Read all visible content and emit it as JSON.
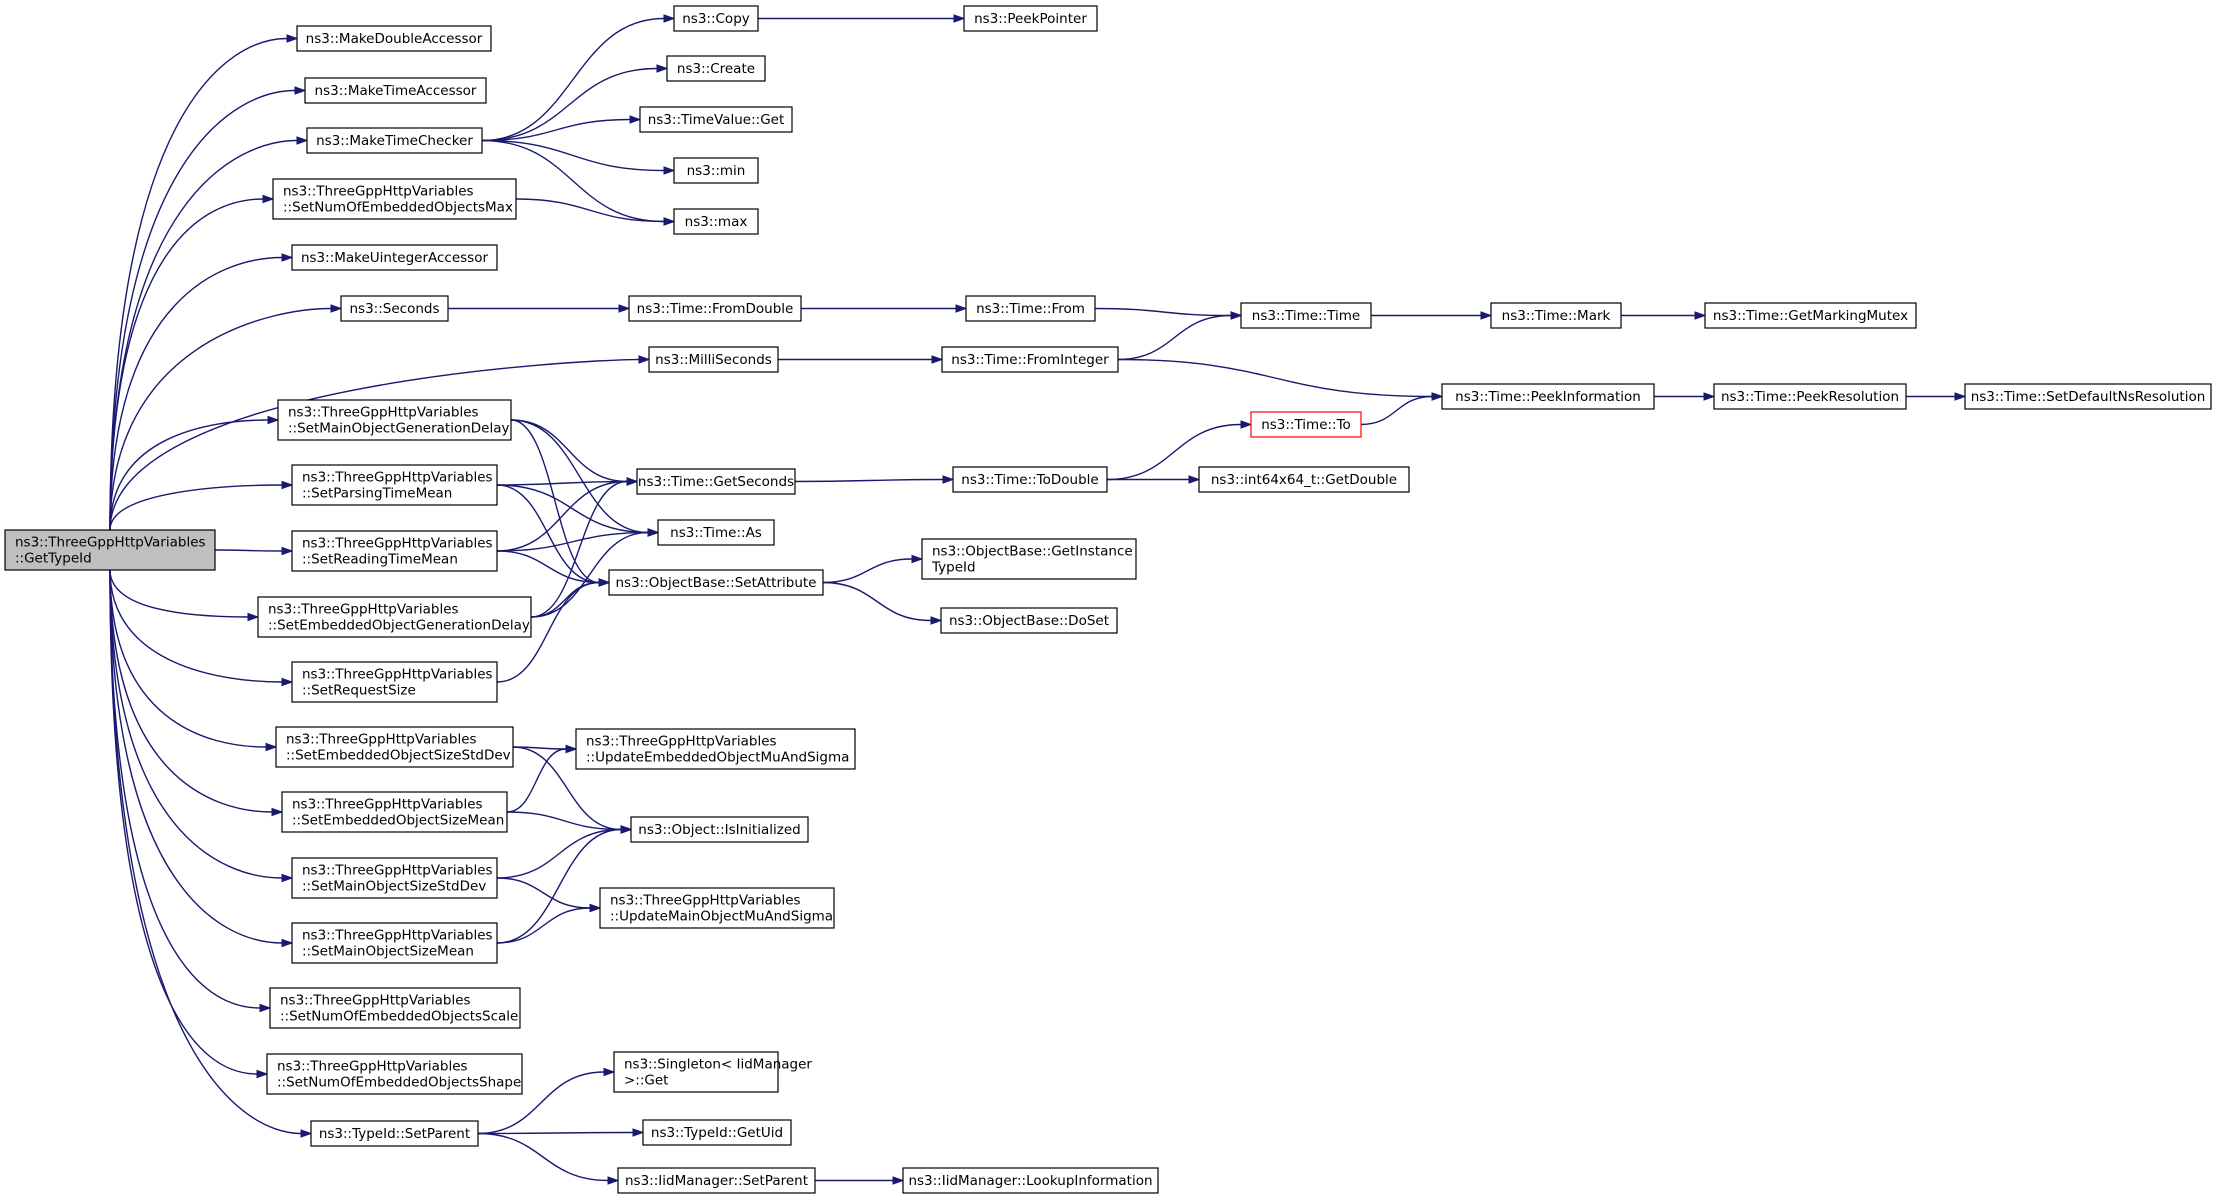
{
  "diagram": {
    "type": "doxygen-call-graph",
    "colors": {
      "edge": "#191970",
      "root_fill": "#bfbfbf",
      "node_border": "#000000",
      "highlight_border": "#ff0000"
    },
    "nodes": [
      {
        "id": "root",
        "lines": [
          "ns3::ThreeGppHttpVariables",
          "::GetTypeId"
        ]
      },
      {
        "id": "makeDoubleAcc",
        "lines": [
          "ns3::MakeDoubleAccessor"
        ]
      },
      {
        "id": "makeTimeAcc",
        "lines": [
          "ns3::MakeTimeAccessor"
        ]
      },
      {
        "id": "makeTimeChecker",
        "lines": [
          "ns3::MakeTimeChecker"
        ]
      },
      {
        "id": "setNumEmbMax",
        "lines": [
          "ns3::ThreeGppHttpVariables",
          "::SetNumOfEmbeddedObjectsMax"
        ]
      },
      {
        "id": "makeUintAcc",
        "lines": [
          "ns3::MakeUintegerAccessor"
        ]
      },
      {
        "id": "seconds",
        "lines": [
          "ns3::Seconds"
        ]
      },
      {
        "id": "milliSeconds",
        "lines": [
          "ns3::MilliSeconds"
        ]
      },
      {
        "id": "setMainGenDelay",
        "lines": [
          "ns3::ThreeGppHttpVariables",
          "::SetMainObjectGenerationDelay"
        ]
      },
      {
        "id": "setParsingMean",
        "lines": [
          "ns3::ThreeGppHttpVariables",
          "::SetParsingTimeMean"
        ]
      },
      {
        "id": "setReadingMean",
        "lines": [
          "ns3::ThreeGppHttpVariables",
          "::SetReadingTimeMean"
        ]
      },
      {
        "id": "setEmbGenDelay",
        "lines": [
          "ns3::ThreeGppHttpVariables",
          "::SetEmbeddedObjectGenerationDelay"
        ]
      },
      {
        "id": "setRequestSize",
        "lines": [
          "ns3::ThreeGppHttpVariables",
          "::SetRequestSize"
        ]
      },
      {
        "id": "setEmbSizeStd",
        "lines": [
          "ns3::ThreeGppHttpVariables",
          "::SetEmbeddedObjectSizeStdDev"
        ]
      },
      {
        "id": "setEmbSizeMean",
        "lines": [
          "ns3::ThreeGppHttpVariables",
          "::SetEmbeddedObjectSizeMean"
        ]
      },
      {
        "id": "setMainSizeStd",
        "lines": [
          "ns3::ThreeGppHttpVariables",
          "::SetMainObjectSizeStdDev"
        ]
      },
      {
        "id": "setMainSizeMean",
        "lines": [
          "ns3::ThreeGppHttpVariables",
          "::SetMainObjectSizeMean"
        ]
      },
      {
        "id": "setNumEmbScale",
        "lines": [
          "ns3::ThreeGppHttpVariables",
          "::SetNumOfEmbeddedObjectsScale"
        ]
      },
      {
        "id": "setNumEmbShape",
        "lines": [
          "ns3::ThreeGppHttpVariables",
          "::SetNumOfEmbeddedObjectsShape"
        ]
      },
      {
        "id": "typeIdSetParent",
        "lines": [
          "ns3::TypeId::SetParent"
        ]
      },
      {
        "id": "copy",
        "lines": [
          "ns3::Copy"
        ]
      },
      {
        "id": "create",
        "lines": [
          "ns3::Create"
        ]
      },
      {
        "id": "timeValueGet",
        "lines": [
          "ns3::TimeValue::Get"
        ]
      },
      {
        "id": "min",
        "lines": [
          "ns3::min"
        ]
      },
      {
        "id": "max",
        "lines": [
          "ns3::max"
        ]
      },
      {
        "id": "peekPointer",
        "lines": [
          "ns3::PeekPointer"
        ]
      },
      {
        "id": "timeFromDouble",
        "lines": [
          "ns3::Time::FromDouble"
        ]
      },
      {
        "id": "timeFrom",
        "lines": [
          "ns3::Time::From"
        ]
      },
      {
        "id": "timeFromInteger",
        "lines": [
          "ns3::Time::FromInteger"
        ]
      },
      {
        "id": "timeTime",
        "lines": [
          "ns3::Time::Time"
        ]
      },
      {
        "id": "timeMark",
        "lines": [
          "ns3::Time::Mark"
        ]
      },
      {
        "id": "timeGetMarkingMutex",
        "lines": [
          "ns3::Time::GetMarkingMutex"
        ]
      },
      {
        "id": "timePeekInfo",
        "lines": [
          "ns3::Time::PeekInformation"
        ]
      },
      {
        "id": "timePeekRes",
        "lines": [
          "ns3::Time::PeekResolution"
        ]
      },
      {
        "id": "timeSetDefaultNs",
        "lines": [
          "ns3::Time::SetDefaultNsResolution"
        ]
      },
      {
        "id": "timeTo",
        "lines": [
          "ns3::Time::To"
        ],
        "highlight": true
      },
      {
        "id": "timeGetSeconds",
        "lines": [
          "ns3::Time::GetSeconds"
        ]
      },
      {
        "id": "timeToDouble",
        "lines": [
          "ns3::Time::ToDouble"
        ]
      },
      {
        "id": "int64GetDouble",
        "lines": [
          "ns3::int64x64_t::GetDouble"
        ]
      },
      {
        "id": "timeAs",
        "lines": [
          "ns3::Time::As"
        ]
      },
      {
        "id": "objSetAttribute",
        "lines": [
          "ns3::ObjectBase::SetAttribute"
        ]
      },
      {
        "id": "objGetInstanceTypeId",
        "lines": [
          "ns3::ObjectBase::GetInstance",
          "TypeId"
        ]
      },
      {
        "id": "objDoSet",
        "lines": [
          "ns3::ObjectBase::DoSet"
        ]
      },
      {
        "id": "updEmbMuSigma",
        "lines": [
          "ns3::ThreeGppHttpVariables",
          "::UpdateEmbeddedObjectMuAndSigma"
        ]
      },
      {
        "id": "objIsInitialized",
        "lines": [
          "ns3::Object::IsInitialized"
        ]
      },
      {
        "id": "updMainMuSigma",
        "lines": [
          "ns3::ThreeGppHttpVariables",
          "::UpdateMainObjectMuAndSigma"
        ]
      },
      {
        "id": "singletonGet",
        "lines": [
          "ns3::Singleton< IidManager",
          " >::Get"
        ]
      },
      {
        "id": "typeIdGetUid",
        "lines": [
          "ns3::TypeId::GetUid"
        ]
      },
      {
        "id": "iidSetParent",
        "lines": [
          "ns3::IidManager::SetParent"
        ]
      },
      {
        "id": "iidLookup",
        "lines": [
          "ns3::IidManager::LookupInformation"
        ]
      }
    ],
    "edges": [
      [
        "root",
        "makeDoubleAcc"
      ],
      [
        "root",
        "makeTimeAcc"
      ],
      [
        "root",
        "makeTimeChecker"
      ],
      [
        "root",
        "setNumEmbMax"
      ],
      [
        "root",
        "makeUintAcc"
      ],
      [
        "root",
        "seconds"
      ],
      [
        "root",
        "milliSeconds"
      ],
      [
        "root",
        "setMainGenDelay"
      ],
      [
        "root",
        "setParsingMean"
      ],
      [
        "root",
        "setReadingMean"
      ],
      [
        "root",
        "setEmbGenDelay"
      ],
      [
        "root",
        "setRequestSize"
      ],
      [
        "root",
        "setEmbSizeStd"
      ],
      [
        "root",
        "setEmbSizeMean"
      ],
      [
        "root",
        "setMainSizeStd"
      ],
      [
        "root",
        "setMainSizeMean"
      ],
      [
        "root",
        "setNumEmbScale"
      ],
      [
        "root",
        "setNumEmbShape"
      ],
      [
        "root",
        "typeIdSetParent"
      ],
      [
        "makeTimeChecker",
        "copy"
      ],
      [
        "makeTimeChecker",
        "create"
      ],
      [
        "makeTimeChecker",
        "timeValueGet"
      ],
      [
        "makeTimeChecker",
        "min"
      ],
      [
        "makeTimeChecker",
        "max"
      ],
      [
        "copy",
        "peekPointer"
      ],
      [
        "setNumEmbMax",
        "max"
      ],
      [
        "seconds",
        "timeFromDouble"
      ],
      [
        "timeFromDouble",
        "timeFrom"
      ],
      [
        "timeFrom",
        "timeTime"
      ],
      [
        "milliSeconds",
        "timeFromInteger"
      ],
      [
        "timeFromInteger",
        "timeTime"
      ],
      [
        "timeFromInteger",
        "timePeekInfo"
      ],
      [
        "timeTime",
        "timeMark"
      ],
      [
        "timeMark",
        "timeGetMarkingMutex"
      ],
      [
        "timePeekInfo",
        "timePeekRes"
      ],
      [
        "timePeekRes",
        "timeSetDefaultNs"
      ],
      [
        "timeTo",
        "timePeekInfo"
      ],
      [
        "setMainGenDelay",
        "timeGetSeconds"
      ],
      [
        "setMainGenDelay",
        "timeAs"
      ],
      [
        "setMainGenDelay",
        "objSetAttribute"
      ],
      [
        "setParsingMean",
        "timeGetSeconds"
      ],
      [
        "setParsingMean",
        "timeAs"
      ],
      [
        "setParsingMean",
        "objSetAttribute"
      ],
      [
        "setReadingMean",
        "timeGetSeconds"
      ],
      [
        "setReadingMean",
        "timeAs"
      ],
      [
        "setReadingMean",
        "objSetAttribute"
      ],
      [
        "setEmbGenDelay",
        "timeGetSeconds"
      ],
      [
        "setEmbGenDelay",
        "timeAs"
      ],
      [
        "setEmbGenDelay",
        "objSetAttribute"
      ],
      [
        "setRequestSize",
        "objSetAttribute"
      ],
      [
        "timeGetSeconds",
        "timeToDouble"
      ],
      [
        "timeToDouble",
        "timeTo"
      ],
      [
        "timeToDouble",
        "int64GetDouble"
      ],
      [
        "objSetAttribute",
        "objGetInstanceTypeId"
      ],
      [
        "objSetAttribute",
        "objDoSet"
      ],
      [
        "setEmbSizeStd",
        "updEmbMuSigma"
      ],
      [
        "setEmbSizeStd",
        "objIsInitialized"
      ],
      [
        "setEmbSizeMean",
        "updEmbMuSigma"
      ],
      [
        "setEmbSizeMean",
        "objIsInitialized"
      ],
      [
        "setMainSizeStd",
        "objIsInitialized"
      ],
      [
        "setMainSizeStd",
        "updMainMuSigma"
      ],
      [
        "setMainSizeMean",
        "objIsInitialized"
      ],
      [
        "setMainSizeMean",
        "updMainMuSigma"
      ],
      [
        "typeIdSetParent",
        "singletonGet"
      ],
      [
        "typeIdSetParent",
        "typeIdGetUid"
      ],
      [
        "typeIdSetParent",
        "iidSetParent"
      ],
      [
        "iidSetParent",
        "iidLookup"
      ]
    ]
  }
}
